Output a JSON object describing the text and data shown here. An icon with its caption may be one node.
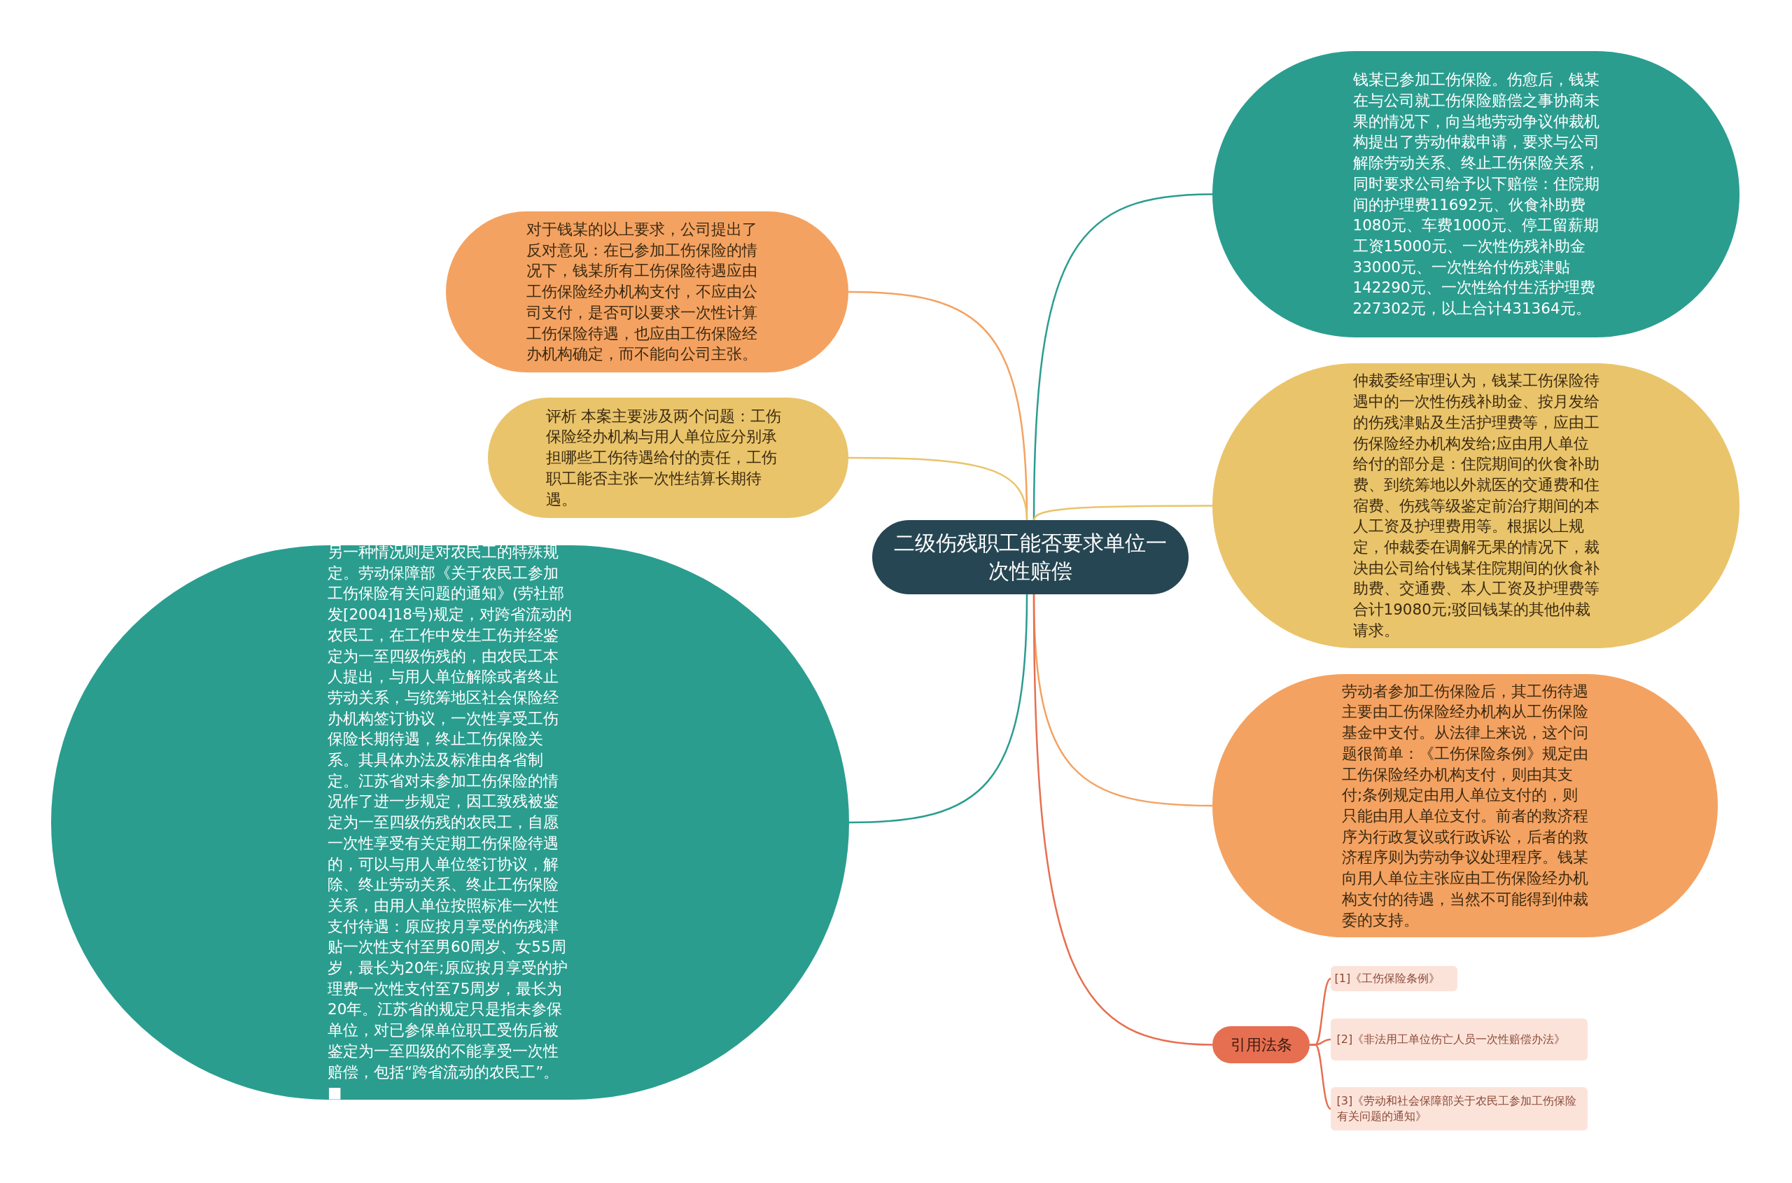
{
  "diagram": {
    "nodes": [
      {
        "text": [
          "二级伤残职工能否要求单位一次性赔偿"
        ]
      },
      {
        "text": [
          "对于钱某的以上要求，公司提出了反对意见：在已参加工伤保险的情况下，钱某所有工伤保险待遇应由工伤保险经办机构支付，不应由公司支付，是否可以要求一次性计算工伤保险待遇，也应由工伤保险经办机构确定，而不能向公司主张。"
        ]
      },
      {
        "text": [
          "评析 本案主要涉及两个问题：工伤保险经办机构与用人单位应分别承担哪些工伤待遇给付的责任，工伤职工能否主张一次性结算长期待遇。"
        ]
      },
      {
        "text": [
          "另一种情况则是对农民工的特殊规定。劳动保障部《关于农民工参加工伤保险有关问题的通知》(劳社部发[2004]18号)规定，对跨省流动的农民工，在工作中发生工伤并经鉴定为一至四级伤残的，由农民工本人提出，与用人单位解除或者终止劳动关系，与统筹地区社会保险经办机构签订协议，一次性享受工伤保险长期待遇，终止工伤保险关系。其具体办法及标准由各省制定。江苏省对未参加工伤保险的情况作了进一步规定，因工致残被鉴定为一至四级伤残的农民工，自愿一次性享受有关定期工伤保险待遇的，可以与用人单位签订协议，解除、终止劳动关系、终止工伤保险关系，由用人单位按照标准一次性支付待遇：原应按月享受的伤残津贴一次性支付至男60周岁、女55周岁，最长为20年;原应按月享受的护理费一次性支付至75周岁，最长为20年。江苏省的规定只是指未参保单位，对已参保单位职工受伤后被鉴定为一至四级的不能享受一次性赔偿，包括“跨省流动的农民工”。■"
        ]
      },
      {
        "text": [
          "钱某已参加工伤保险。伤愈后，钱某在与公司就工伤保险赔偿之事协商未果的情况下，向当地劳动争议仲裁机构提出了劳动仲裁申请，要求与公司解除劳动关系、终止工伤保险关系，同时要求公司给予以下赔偿：住院期间的护理费11692元、伙食补助费1080元、车费1000元、停工留薪期工资15000元、一次性伤残补助金33000元、一次性给付伤残津贴142290元、一次性给付生活护理费227302元，以上合计431364元。"
        ]
      },
      {
        "text": [
          "仲裁委经审理认为，钱某工伤保险待遇中的一次性伤残补助金、按月发给的伤残津贴及生活护理费等，应由工伤保险经办机构发给;应由用人单位给付的部分是：住院期间的伙食补助费、到统筹地以外就医的交通费和住宿费、伤残等级鉴定前治疗期间的本人工资及护理费用等。根据以上规定，仲裁委在调解无果的情况下，裁决由公司给付钱某住院期间的伙食补助费、交通费、本人工资及护理费等合计19080元;驳回钱某的其他仲裁请求。"
        ]
      },
      {
        "text": [
          "劳动者参加工伤保险后，其工伤待遇主要由工伤保险经办机构从工伤保险基金中支付。从法律上来说，这个问题很简单：《工伤保险条例》规定由工伤保险经办机构支付，则由其支付;条例规定由用人单位支付的，则只能由用人单位支付。前者的救济程序为行政复议或行政诉讼，后者的救济程序则为劳动争议处理程序。钱某向用人单位主张应由工伤保险经办机构支付的待遇，当然不可能得到仲裁委的支持。"
        ]
      },
      {
        "text": [
          "引用法条"
        ]
      },
      {
        "text": [
          "[1]《工伤保险条例》"
        ]
      },
      {
        "text": [
          "[2]《非法用工单位伤亡人员一次性赔偿办法》"
        ]
      },
      {
        "text": [
          "[3]《劳动和社会保障部关于农民工参加工伤保险有关问题的通知》"
        ]
      }
    ],
    "edges": [
      {
        "from": 0,
        "to": 1,
        "arrow": "none",
        "color": "#f4a261"
      },
      {
        "from": 0,
        "to": 2,
        "arrow": "none",
        "color": "#e9c46a"
      },
      {
        "from": 0,
        "to": 3,
        "arrow": "none",
        "color": "#2a9d8f"
      },
      {
        "from": 0,
        "to": 4,
        "arrow": "none",
        "color": "#2a9d8f"
      },
      {
        "from": 0,
        "to": 5,
        "arrow": "none",
        "color": "#e9c46a"
      },
      {
        "from": 0,
        "to": 6,
        "arrow": "none",
        "color": "#f4a261"
      },
      {
        "from": 0,
        "to": 7,
        "arrow": "none",
        "color": "#e76f51"
      },
      {
        "from": 7,
        "to": 8,
        "arrow": "none",
        "color": "#e76f51"
      },
      {
        "from": 7,
        "to": 9,
        "arrow": "none",
        "color": "#e76f51"
      },
      {
        "from": 7,
        "to": 10,
        "arrow": "none",
        "color": "#e76f51"
      }
    ]
  }
}
